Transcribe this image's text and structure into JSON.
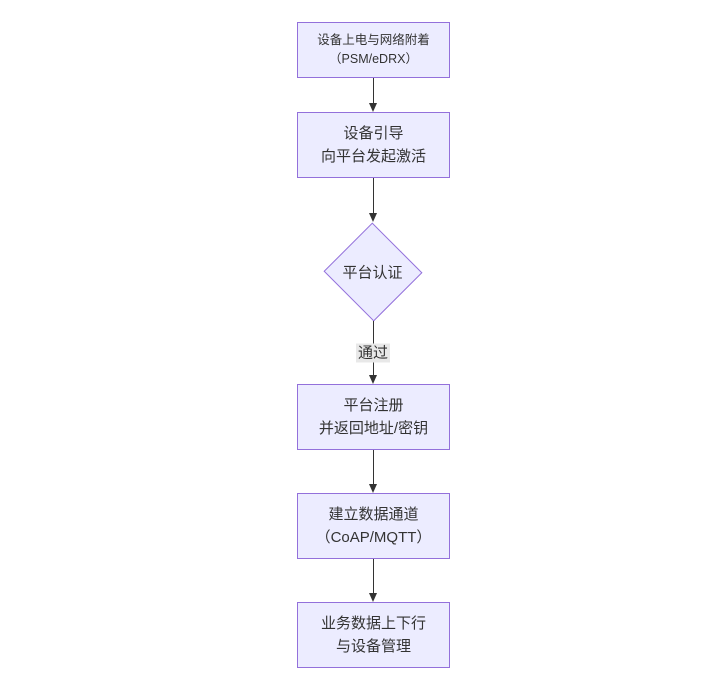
{
  "diagram": {
    "type": "flowchart",
    "direction": "top-down",
    "colors": {
      "background": "#ffffff",
      "node_fill": "#ECECFF",
      "node_border": "#9370DB",
      "text_color": "#333333",
      "edge_color": "#333333",
      "edge_label_bg": "#e8e8e8"
    },
    "nodes": [
      {
        "id": "power-attach",
        "shape": "rect",
        "lines": [
          "设备上电与网络附着",
          "（PSM/eDRX）"
        ]
      },
      {
        "id": "bootstrap",
        "shape": "rect",
        "lines": [
          "设备引导",
          "向平台发起激活"
        ]
      },
      {
        "id": "platform-auth",
        "shape": "diamond",
        "lines": [
          "平台认证"
        ]
      },
      {
        "id": "platform-register",
        "shape": "rect",
        "lines": [
          "平台注册",
          "并返回地址/密钥"
        ]
      },
      {
        "id": "data-channel",
        "shape": "rect",
        "lines": [
          "建立数据通道",
          "（CoAP/MQTT）"
        ]
      },
      {
        "id": "business-data",
        "shape": "rect",
        "lines": [
          "业务数据上下行",
          "与设备管理"
        ]
      }
    ],
    "edges": [
      {
        "from": "power-attach",
        "to": "bootstrap",
        "label": ""
      },
      {
        "from": "bootstrap",
        "to": "platform-auth",
        "label": ""
      },
      {
        "from": "platform-auth",
        "to": "platform-register",
        "label": "通过"
      },
      {
        "from": "platform-register",
        "to": "data-channel",
        "label": ""
      },
      {
        "from": "data-channel",
        "to": "business-data",
        "label": ""
      }
    ]
  }
}
